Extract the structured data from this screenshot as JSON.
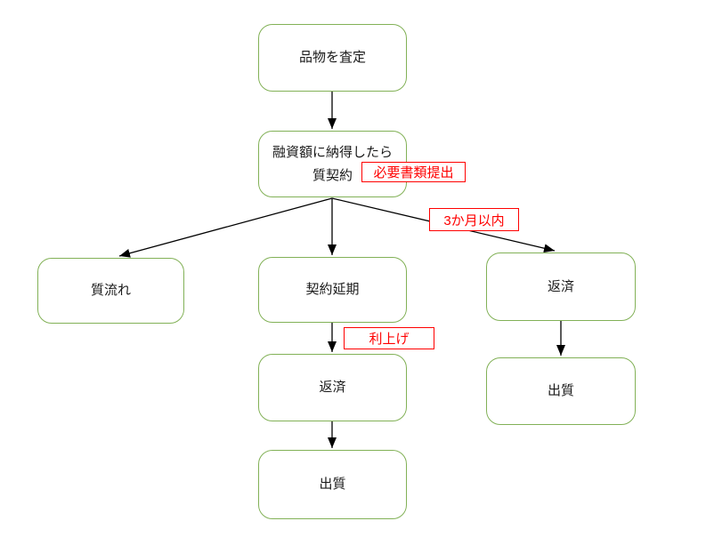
{
  "diagram": {
    "title": "pawnshop-flowchart",
    "colors": {
      "node_border": "#82b157",
      "annotation": "#ff0000",
      "arrow": "#000000",
      "text": "#1a1a1a",
      "background": "#ffffff"
    },
    "nodes": [
      {
        "id": "assess",
        "label": "品物を査定"
      },
      {
        "id": "contract",
        "label": "融資額に納得したら質契約",
        "line1": "融資額に納得したら",
        "line2": "質契約"
      },
      {
        "id": "forfeit",
        "label": "質流れ"
      },
      {
        "id": "extend",
        "label": "契約延期"
      },
      {
        "id": "repay-mid",
        "label": "返済"
      },
      {
        "id": "redeem-mid",
        "label": "出質"
      },
      {
        "id": "repay-right",
        "label": "返済"
      },
      {
        "id": "redeem-right",
        "label": "出質"
      }
    ],
    "annotations": [
      {
        "id": "docs",
        "label": "必要書類提出",
        "attached_to": "contract"
      },
      {
        "id": "months",
        "label": "3か月以内",
        "attached_to": "edge contract→repay-right"
      },
      {
        "id": "interest",
        "label": "利上げ",
        "attached_to": "edge extend→repay-mid"
      }
    ],
    "edges": [
      {
        "from": "assess",
        "to": "contract"
      },
      {
        "from": "contract",
        "to": "forfeit"
      },
      {
        "from": "contract",
        "to": "extend"
      },
      {
        "from": "contract",
        "to": "repay-right",
        "label": "3か月以内"
      },
      {
        "from": "extend",
        "to": "repay-mid",
        "label": "利上げ"
      },
      {
        "from": "repay-mid",
        "to": "redeem-mid"
      },
      {
        "from": "repay-right",
        "to": "redeem-right"
      }
    ]
  }
}
